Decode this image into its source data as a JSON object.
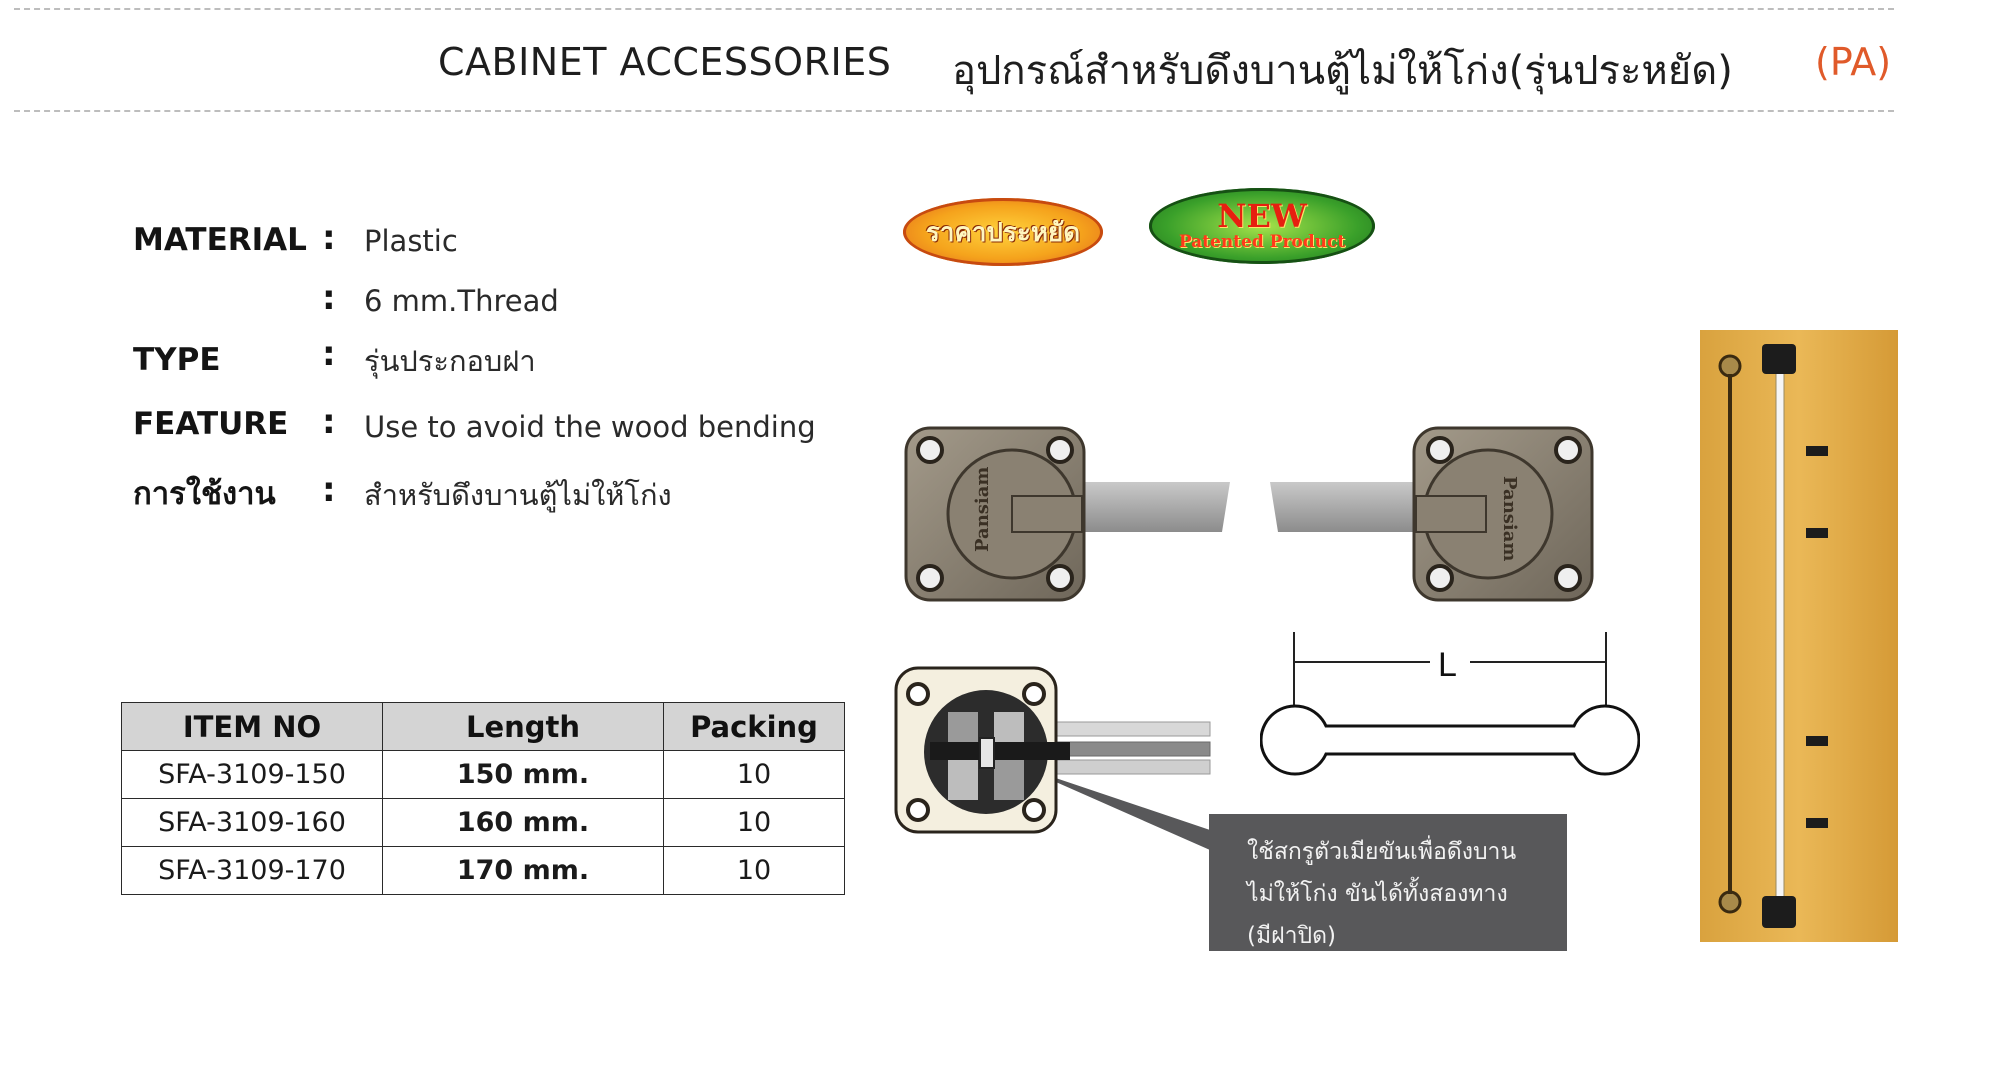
{
  "header": {
    "title_en": "CABINET ACCESSORIES",
    "title_th": "อุปกรณ์สำหรับดึงบานตู้ไม่ให้โก่ง(รุ่นประหยัด)",
    "code": "(PA)"
  },
  "specs": [
    {
      "label": "MATERIAL",
      "colon": ":",
      "value": "Plastic"
    },
    {
      "label": "",
      "colon": ":",
      "value": "6 mm.Thread"
    },
    {
      "label": "TYPE",
      "colon": ":",
      "value": "รุ่นประกอบฝา"
    },
    {
      "label": "FEATURE",
      "colon": ":",
      "value": "Use to avoid the wood bending"
    },
    {
      "label": "การใช้งาน",
      "colon": ":",
      "value": "สำหรับดึงบานตู้ไม่ให้โก่ง"
    }
  ],
  "table": {
    "headers": [
      "ITEM NO",
      "Length",
      "Packing"
    ],
    "rows": [
      [
        "SFA-3109-150",
        "150 mm.",
        "10"
      ],
      [
        "SFA-3109-160",
        "160 mm.",
        "10"
      ],
      [
        "SFA-3109-170",
        "170 mm.",
        "10"
      ]
    ]
  },
  "badges": {
    "price": "ราคาประหยัด",
    "new": "NEW",
    "patented": "Patented Product"
  },
  "product": {
    "brand": "Pansiam",
    "dimension_label": "L"
  },
  "callout": {
    "lines": [
      "ใช้สกรูตัวเมียขันเพื่อดึงบาน",
      "ไม่ให้โก่ง ขันได้ทั้งสองทาง",
      "(มีฝาปิด)"
    ]
  },
  "colors": {
    "code_accent": "#e05a2a",
    "table_header": "#d4d4d4",
    "callout_bg": "#58585a",
    "wood": "#e2b04e",
    "plate": "#8c8374"
  }
}
